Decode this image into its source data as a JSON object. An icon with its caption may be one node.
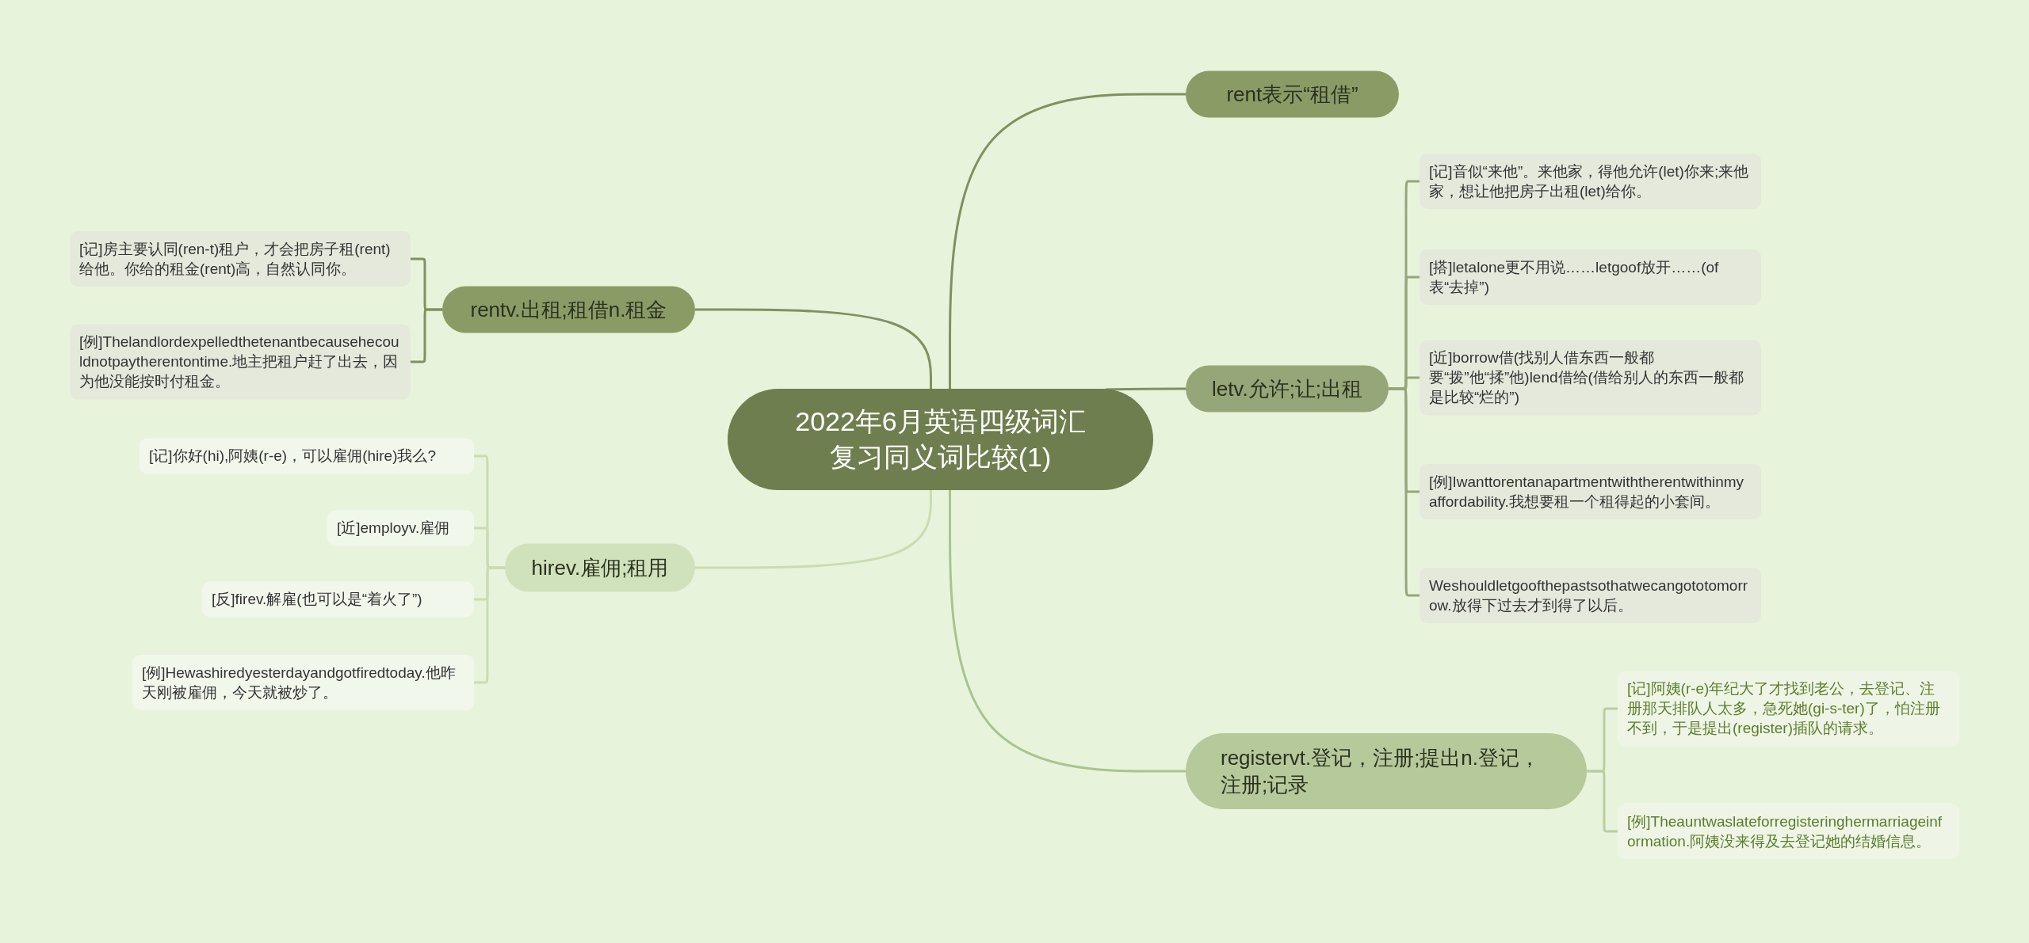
{
  "diagram": {
    "nodes": [
      {
        "text": [
          "2022年6月英语四级词汇复习同义词比较(1)"
        ]
      },
      {
        "text": [
          "rent表示“租借”"
        ]
      },
      {
        "text": [
          "letv.允许;让;出租"
        ]
      },
      {
        "text": [
          "[记]音似“来他”。来他家，得他允许(let)你来;来他家，想让他把房子出租(let)给你。"
        ]
      },
      {
        "text": [
          "[搭]letalone更不用说……letgoof放开……(of表“去掉”)"
        ]
      },
      {
        "text": [
          "[近]borrow借(找别人借东西一般都要“拨”他“揉”他)lend借给(借给别人的东西一般都是比较“烂的”)"
        ]
      },
      {
        "text": [
          "[例]Iwanttorentanapartmentwiththerentwithinmyaffordability.我想要租一个租得起的小套间。"
        ]
      },
      {
        "text": [
          "Weshouldletgoofthepastsothatwecangototomorrow.放得下过去才到得了以后。"
        ]
      },
      {
        "text": [
          "registervt.登记，注册;提出n.登记，注册;记录"
        ]
      },
      {
        "text": [
          "[记]阿姨(r-e)年纪大了才找到老公，去登记、注册那天排队人太多，急死她(gi-s-ter)了，怕注册不到，于是提出(register)插队的请求。"
        ]
      },
      {
        "text": [
          "[例]Theauntwaslateforregisteringhermarriageinformation.阿姨没来得及去登记她的结婚信息。"
        ]
      },
      {
        "text": [
          "rentv.出租;租借n.租金"
        ]
      },
      {
        "text": [
          "[记]房主要认同(ren-t)租户，才会把房子租(rent)给他。你给的租金(rent)高，自然认同你。"
        ]
      },
      {
        "text": [
          "[例]Thelandlordexpelledthetenantbecausehecouldnotpaytherentontime.地主把租户赶了出去，因为他没能按时付租金。"
        ]
      },
      {
        "text": [
          "hirev.雇佣;租用"
        ]
      },
      {
        "text": [
          "[记]你好(hi),阿姨(r-e)，可以雇佣(hire)我么?"
        ]
      },
      {
        "text": [
          "[近]employv.雇佣"
        ]
      },
      {
        "text": [
          "[反]firev.解雇(也可以是“着火了”)"
        ]
      },
      {
        "text": [
          "[例]Hewashiredyesterdayandgotfiredtoday.他昨天刚被雇佣，今天就被炒了。"
        ]
      }
    ],
    "edges": [
      {
        "from": 0,
        "to": 1,
        "arrow": "none"
      },
      {
        "from": 0,
        "to": 2,
        "arrow": "none"
      },
      {
        "from": 2,
        "to": 3,
        "arrow": "none",
        "color": "#96a67a"
      },
      {
        "from": 2,
        "to": 4,
        "arrow": "none",
        "color": "#96a67a"
      },
      {
        "from": 2,
        "to": 5,
        "arrow": "none",
        "color": "#96a67a"
      },
      {
        "from": 2,
        "to": 6,
        "arrow": "none",
        "color": "#96a67a"
      },
      {
        "from": 2,
        "to": 7,
        "arrow": "none",
        "color": "#96a67a"
      },
      {
        "from": 0,
        "to": 8,
        "arrow": "none",
        "color": "#a9c48d"
      },
      {
        "from": 8,
        "to": 9,
        "arrow": "none",
        "color": "#b8cf9e"
      },
      {
        "from": 8,
        "to": 10,
        "arrow": "none",
        "color": "#b8cf9e"
      },
      {
        "from": 0,
        "to": 11,
        "arrow": "none"
      },
      {
        "from": 11,
        "to": 12,
        "arrow": "none"
      },
      {
        "from": 11,
        "to": 13,
        "arrow": "none"
      },
      {
        "from": 0,
        "to": 14,
        "arrow": "none",
        "color": "#c9dcb3"
      },
      {
        "from": 14,
        "to": 15,
        "arrow": "none",
        "color": "#c9dcb3"
      },
      {
        "from": 14,
        "to": 16,
        "arrow": "none",
        "color": "#c9dcb3"
      },
      {
        "from": 14,
        "to": 17,
        "arrow": "none",
        "color": "#c9dcb3"
      },
      {
        "from": 14,
        "to": 18,
        "arrow": "none",
        "color": "#c9dcb3"
      }
    ]
  }
}
